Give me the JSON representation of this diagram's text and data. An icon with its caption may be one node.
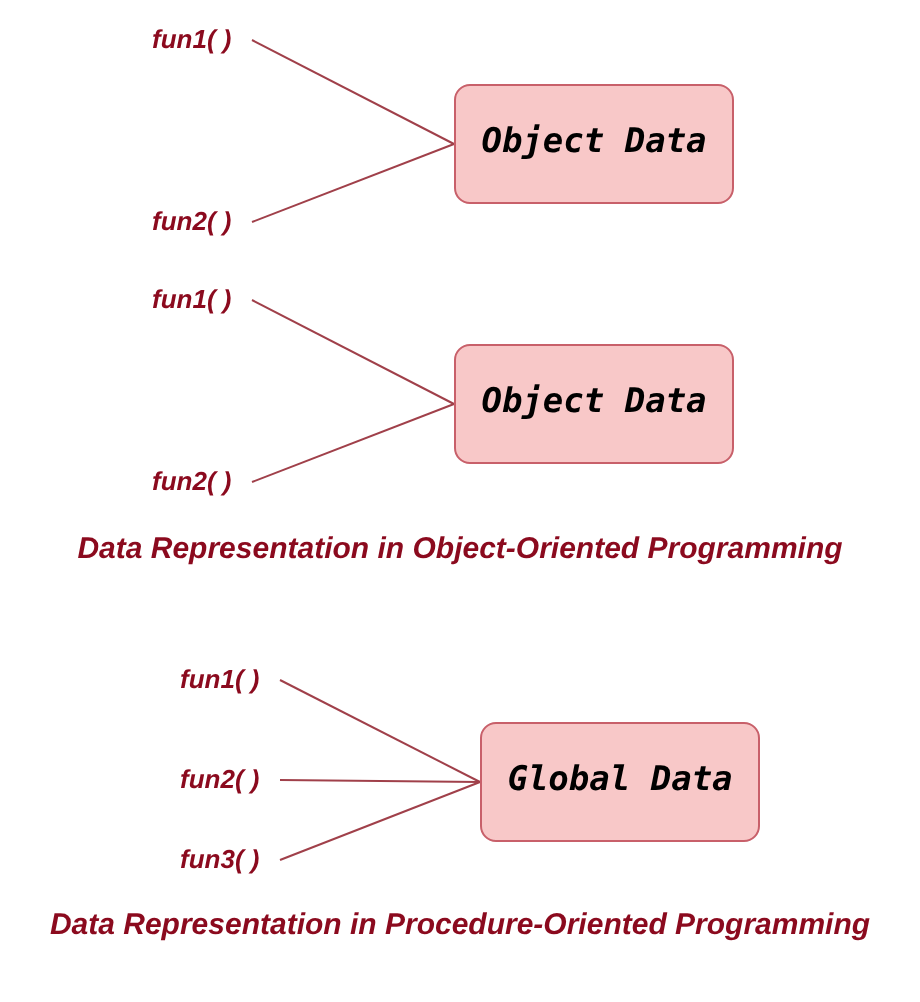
{
  "diagram": {
    "nodes": [
      {
        "text": [
          "fun1( )"
        ]
      },
      {
        "text": [
          "fun2( )"
        ]
      },
      {
        "text": [
          "Object Data"
        ]
      },
      {
        "text": [
          "fun1( )"
        ]
      },
      {
        "text": [
          "fun2( )"
        ]
      },
      {
        "text": [
          "Object Data"
        ]
      },
      {
        "text": [
          "fun1( )"
        ]
      },
      {
        "text": [
          "fun2( )"
        ]
      },
      {
        "text": [
          "fun3( )"
        ]
      },
      {
        "text": [
          "Global Data"
        ]
      }
    ],
    "edges": [
      {
        "from": 0,
        "to": 2,
        "arrow": "none"
      },
      {
        "from": 1,
        "to": 2,
        "arrow": "none"
      },
      {
        "from": 3,
        "to": 5,
        "arrow": "none"
      },
      {
        "from": 4,
        "to": 5,
        "arrow": "none"
      },
      {
        "from": 6,
        "to": 9,
        "arrow": "none"
      },
      {
        "from": 7,
        "to": 9,
        "arrow": "none"
      },
      {
        "from": 8,
        "to": 9,
        "arrow": "none"
      }
    ],
    "labels": [
      "Data Representation in Object-Oriented Programming",
      "Data Representation in Procedure-Oriented Programming"
    ]
  }
}
